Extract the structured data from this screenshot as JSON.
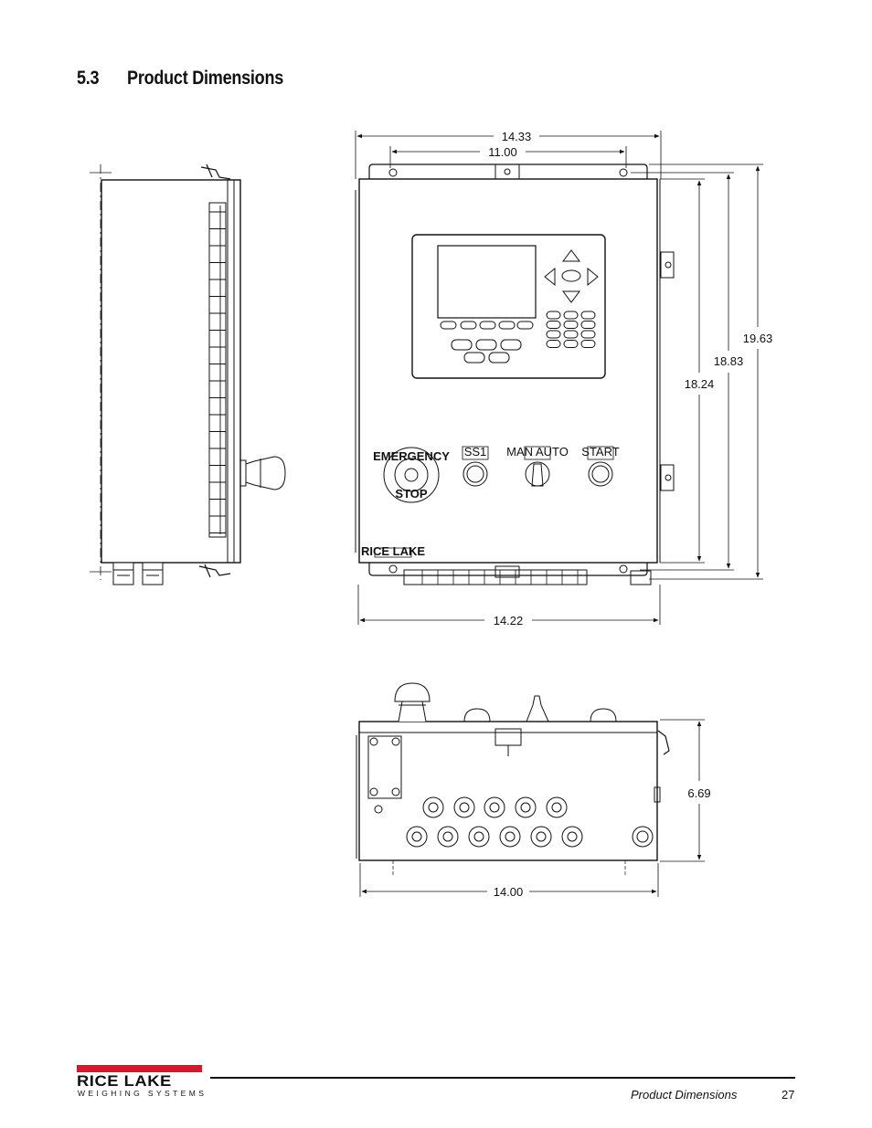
{
  "section": {
    "number": "5.3",
    "title": "Product Dimensions"
  },
  "dimensions": {
    "front_width_top": "14.33",
    "front_mount_spacing": "11.00",
    "front_width_bottom": "14.22",
    "front_height_outer": "19.63",
    "front_height_mount": "18.83",
    "front_height_body": "18.24",
    "bottom_depth": "6.69",
    "bottom_width": "14.00"
  },
  "panel_labels": {
    "brand_plate": "RICE LAKE",
    "switch_1": "SS1",
    "switch_2": "MAN   AUTO",
    "switch_3": "START",
    "estop_top": "EMERGENCY",
    "estop_bottom": "STOP"
  },
  "footer": {
    "brand": "RICE LAKE",
    "brand_sub": "WEIGHING SYSTEMS",
    "section_name": "Product Dimensions",
    "page_number": "27"
  }
}
